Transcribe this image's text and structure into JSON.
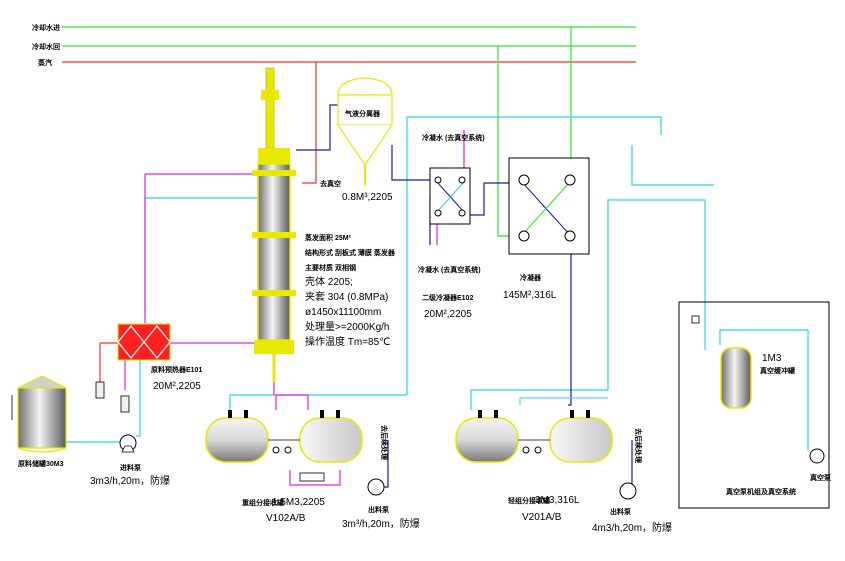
{
  "colors": {
    "steam": "#ff2a2a",
    "cooling_water": "#2ee82e",
    "process": "#1a1aa8",
    "vacuum": "#2ad4e8",
    "feed": "#e020e0",
    "equipment_outline": "#e8e800"
  },
  "utility_lines": [
    "冷却水进",
    "冷却水回",
    "蒸汽"
  ],
  "feed_tank": {
    "label": "原料储罐30M3"
  },
  "feed_pump": {
    "label_cn": "进料泵",
    "spec": "3m3/h,20m，防爆"
  },
  "preheater": {
    "label": "原料预热器E101",
    "spec": "20M²,2205"
  },
  "column": {
    "spec_lines": [
      "蒸发面积 25M²",
      "结构形式 刮板式 薄膜 蒸发器",
      "主要材质 双相钢",
      "壳体 2205;",
      "夹套 304 (0.8MPa)",
      "ø1450x11100mm",
      "处理量>=2000Kg/h",
      "操作温度 Tm=85℃"
    ]
  },
  "separator": {
    "label": "气液分离器",
    "spec": "0.8M³,2205"
  },
  "vent_label": "去真空",
  "condenser_small": {
    "top_label": "冷凝水 (去真空系统)",
    "side_label": "冷凝水 (去真空系统)",
    "label": "二级冷凝器E102",
    "spec": "20M²,2205"
  },
  "condenser_large": {
    "label": "冷凝器",
    "spec": "145M²,316L"
  },
  "receiver_left": {
    "label": "重组分接收罐",
    "spec": "1.5M3,2205",
    "tag": "V102A/B"
  },
  "pump_left": {
    "label": "出料泵",
    "spec": "3m³/h,20m，防爆",
    "outlet_label": "去后续处理"
  },
  "receiver_right": {
    "label": "轻组分接收罐",
    "spec": "3M3,316L",
    "tag": "V201A/B"
  },
  "pump_right": {
    "label": "出料泵",
    "spec": "4m3/h,20m，防爆",
    "outlet_label": "去后续处理"
  },
  "vacuum_unit": {
    "label_1m3": "1M3",
    "label_buffer": "真空缓冲罐",
    "frame_label": "真空泵机组及真空系统",
    "pump_label": "真空泵"
  }
}
